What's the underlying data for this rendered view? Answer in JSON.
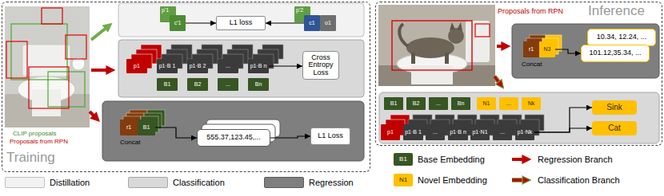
{
  "diagram": {
    "nodes": [
      {
        "text": [
          "Training"
        ]
      },
      {
        "text": [
          "p'1"
        ],
        "in": 0
      },
      {
        "text": [
          "c'1"
        ],
        "in": 0
      },
      {
        "text": [
          "L1 loss"
        ],
        "in": 0
      },
      {
        "text": [
          "p'2"
        ],
        "in": 0
      },
      {
        "text": [
          "c1"
        ],
        "in": 0
      },
      {
        "text": [
          "o1"
        ],
        "in": 0
      },
      {
        "text": [
          "p1"
        ],
        "in": 0
      },
      {
        "text": [
          "p1·B 1"
        ],
        "in": 0
      },
      {
        "text": [
          "p1·B 2"
        ],
        "in": 0
      },
      {
        "text": [
          "..."
        ],
        "in": 0
      },
      {
        "text": [
          "p1·B n"
        ],
        "in": 0
      },
      {
        "text": [
          "B1"
        ],
        "in": 0
      },
      {
        "text": [
          "B2"
        ],
        "in": 0
      },
      {
        "text": [
          "..."
        ],
        "in": 0
      },
      {
        "text": [
          "Bn"
        ],
        "in": 0
      },
      {
        "text": [
          "Cross Entropy Loss"
        ],
        "in": 0
      },
      {
        "text": [
          "r1"
        ],
        "in": 0
      },
      {
        "text": [
          "B1"
        ],
        "in": 0
      },
      {
        "text": [
          "555.37,123.45,..."
        ],
        "in": 0
      },
      {
        "text": [
          "L1 Loss"
        ],
        "in": 0
      },
      {
        "text": [
          "Inference"
        ]
      },
      {
        "text": [
          "r1"
        ],
        "in": 21
      },
      {
        "text": [
          "N3"
        ],
        "in": 21
      },
      {
        "text": [
          "10.34, 12.24, ..."
        ],
        "in": 21
      },
      {
        "text": [
          "101.12,35.34, ..."
        ],
        "in": 21
      },
      {
        "text": [
          "B1"
        ],
        "in": 21
      },
      {
        "text": [
          "B2"
        ],
        "in": 21
      },
      {
        "text": [
          "..."
        ],
        "in": 21
      },
      {
        "text": [
          "Bn"
        ],
        "in": 21
      },
      {
        "text": [
          "N1"
        ],
        "in": 21
      },
      {
        "text": [
          "..."
        ],
        "in": 21
      },
      {
        "text": [
          "Nk"
        ],
        "in": 21
      },
      {
        "text": [
          "p1"
        ],
        "in": 21
      },
      {
        "text": [
          "p1·B 1"
        ],
        "in": 21
      },
      {
        "text": [
          "..."
        ],
        "in": 21
      },
      {
        "text": [
          "p1·B n"
        ],
        "in": 21
      },
      {
        "text": [
          "p1·N1"
        ],
        "in": 21
      },
      {
        "text": [
          "..."
        ],
        "in": 21
      },
      {
        "text": [
          "p1·Nk"
        ],
        "in": 21
      },
      {
        "text": [
          "Sink"
        ],
        "in": 21
      },
      {
        "text": [
          "Cat"
        ],
        "in": 21
      }
    ],
    "edges": [
      {
        "from": 2,
        "to": 3,
        "arrow": "to"
      },
      {
        "from": 5,
        "to": 3,
        "arrow": "to"
      },
      {
        "from": 11,
        "to": 16,
        "arrow": "to"
      },
      {
        "from": 18,
        "to": 19,
        "arrow": "to"
      },
      {
        "from": 19,
        "to": 20,
        "arrow": "to"
      },
      {
        "from": 23,
        "to": 25,
        "arrow": "to"
      },
      {
        "from": 39,
        "to": 40,
        "arrow": "to"
      },
      {
        "from": 39,
        "to": 41,
        "arrow": "to"
      }
    ],
    "labels": [
      "CLIP proposals",
      "Proposals from RPN",
      "Concat",
      "Proposals from RPN",
      "Concat",
      "B1",
      "N1"
    ],
    "legend": [
      {
        "text": "Distillation",
        "color": "#f2f2f2"
      },
      {
        "text": "Classification",
        "color": "#d9d9d9"
      },
      {
        "text": "Regression",
        "color": "#7f7f7f"
      },
      {
        "text": "Base Embedding",
        "color": "#375623"
      },
      {
        "text": "Novel Embedding",
        "color": "#ffc000"
      },
      {
        "text": "Regression Branch"
      },
      {
        "text": "Classification Branch"
      }
    ]
  }
}
